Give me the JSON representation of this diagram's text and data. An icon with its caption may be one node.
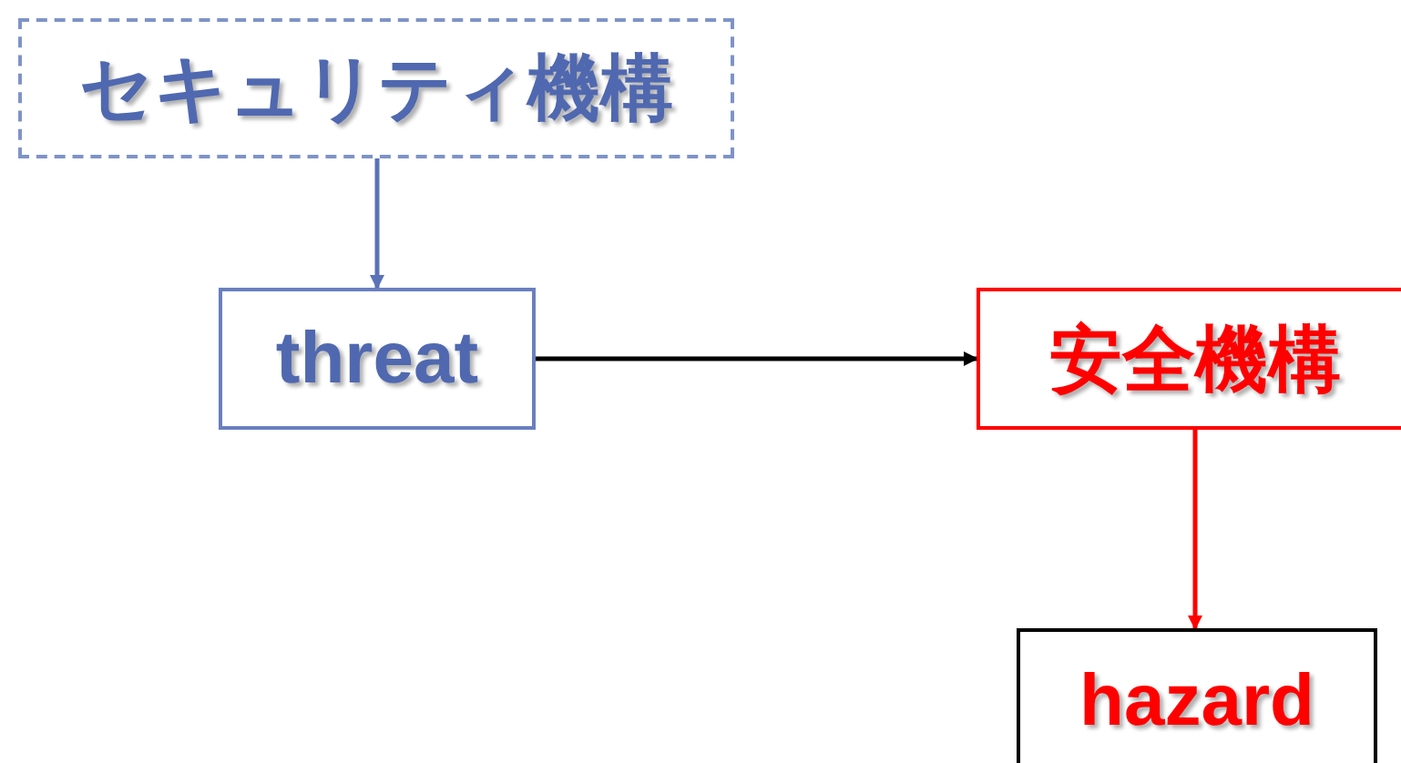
{
  "diagram": {
    "nodes": [
      {
        "text": [
          "セキュリティ機構"
        ]
      },
      {
        "text": [
          "threat"
        ]
      },
      {
        "text": [
          "安全機構"
        ]
      },
      {
        "text": [
          "hazard"
        ]
      }
    ],
    "edges": [
      {
        "from": 0,
        "to": 1,
        "arrow": "to",
        "color": "#5a72b8"
      },
      {
        "from": 1,
        "to": 2,
        "arrow": "to",
        "color": "#000000"
      },
      {
        "from": 2,
        "to": 3,
        "arrow": "to",
        "color": "#ff0000"
      }
    ]
  }
}
